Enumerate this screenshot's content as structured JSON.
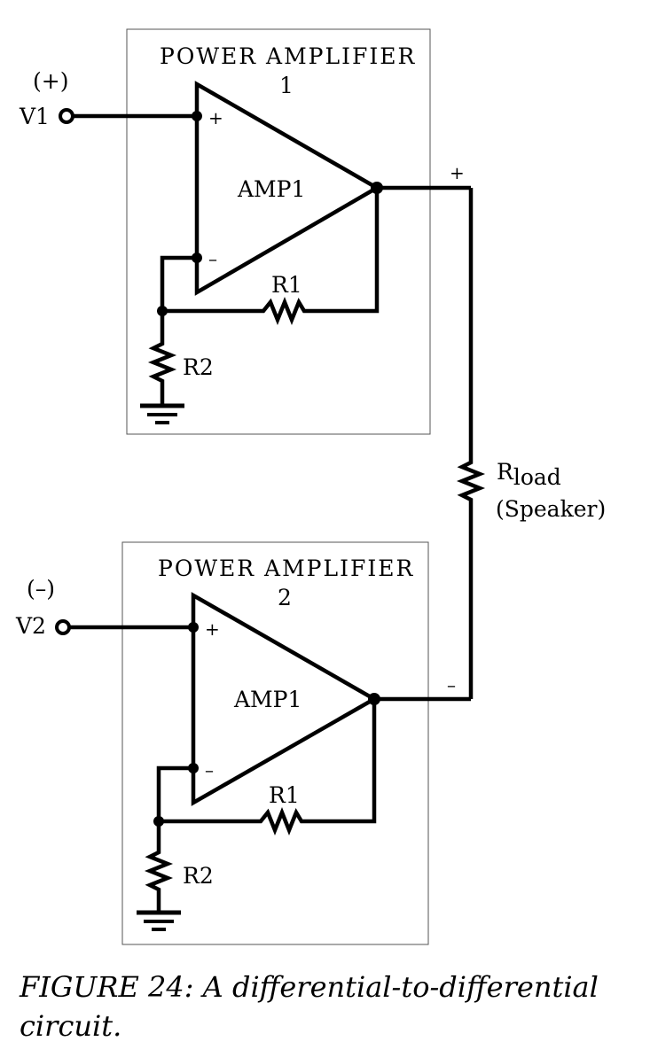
{
  "amp1": {
    "title_line1": "POWER AMPLIFIER",
    "title_line2": "1",
    "amp_label": "AMP1",
    "input_label": "V1",
    "polarity_label": "(+)",
    "plus": "+",
    "minus": "–",
    "r_feedback": "R1",
    "r_ground": "R2"
  },
  "amp2": {
    "title_line1": "POWER AMPLIFIER",
    "title_line2": "2",
    "amp_label": "AMP1",
    "input_label": "V2",
    "polarity_label": "(–)",
    "plus": "+",
    "minus": "–",
    "r_feedback": "R1",
    "r_ground": "R2"
  },
  "load": {
    "label_main": "R",
    "label_sub": "load",
    "label_note": "(Speaker)",
    "top_sign": "+",
    "bottom_sign": "–"
  },
  "caption": "FIGURE 24: A differential-to-differential circuit."
}
